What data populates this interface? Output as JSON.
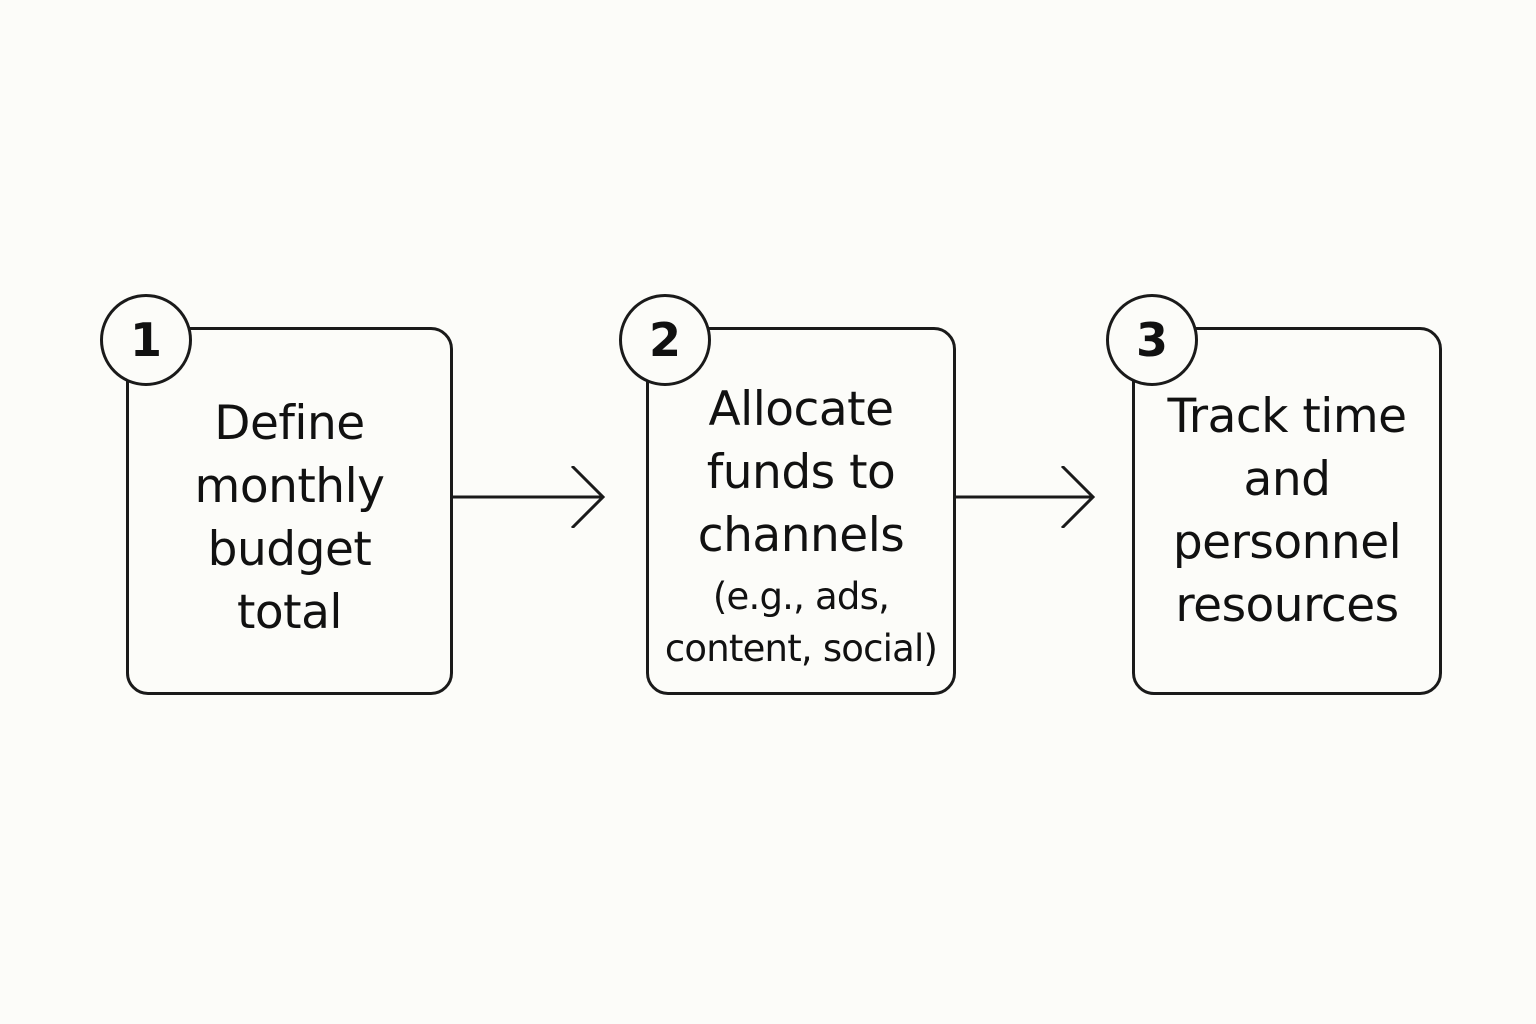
{
  "steps": [
    {
      "number": "1",
      "title": "Define\nmonthly\nbudget\ntotal",
      "note": ""
    },
    {
      "number": "2",
      "title": "Allocate\nfunds to\nchannels",
      "note": "(e.g., ads,\ncontent, social)"
    },
    {
      "number": "3",
      "title": "Track time\nand\npersonnel\nresources",
      "note": ""
    }
  ],
  "colors": {
    "background": "#fcfcf9",
    "stroke": "#1a1a1a",
    "text": "#111111"
  },
  "icons": {
    "connector": "arrow-right-icon"
  }
}
